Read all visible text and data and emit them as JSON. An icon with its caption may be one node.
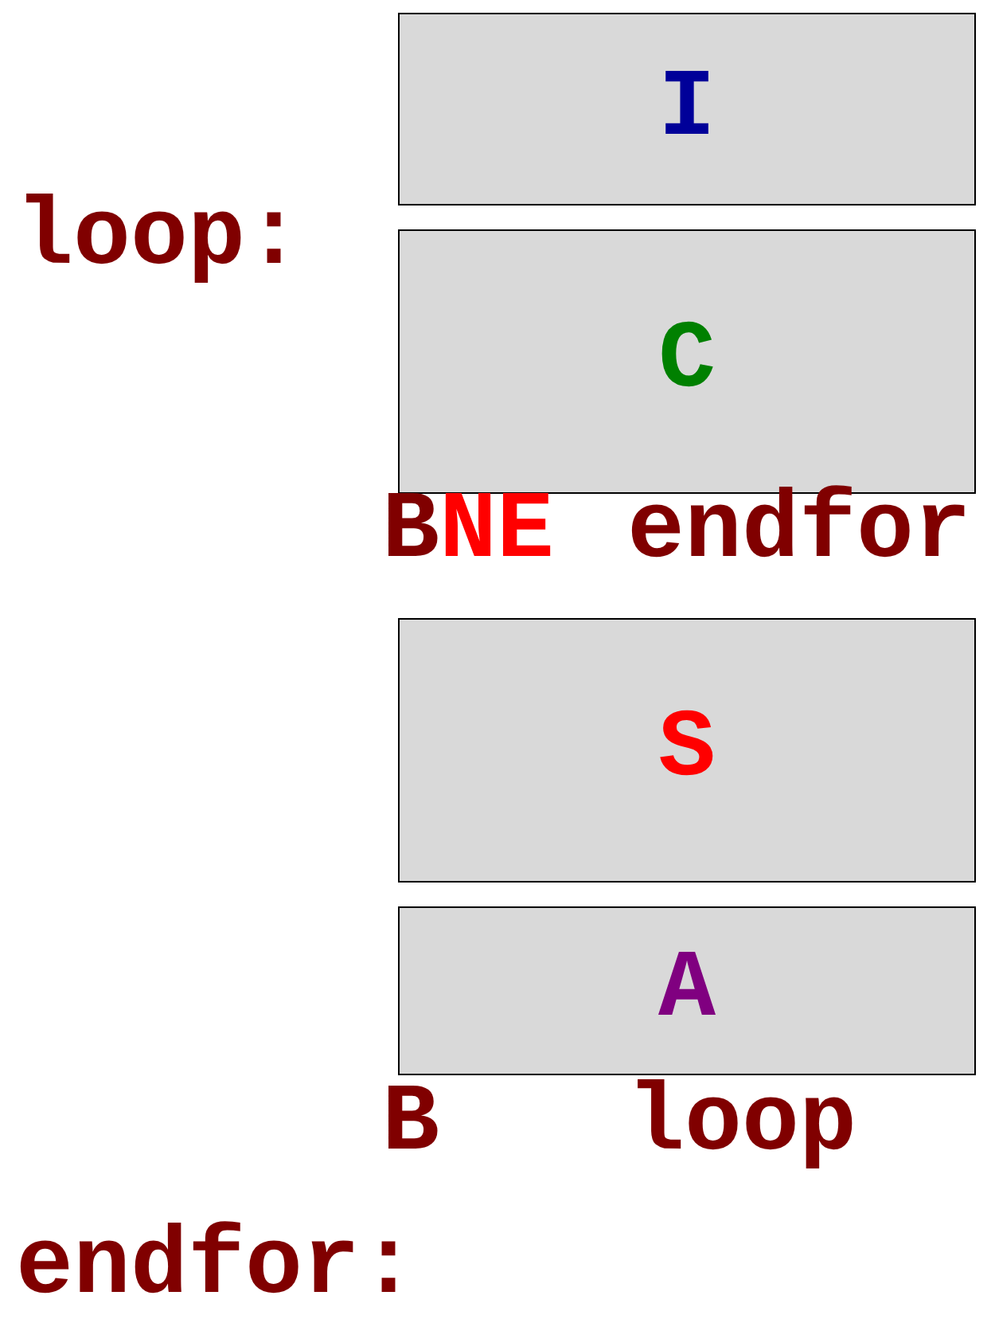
{
  "diagram": {
    "nodes": [
      {
        "text": [
          "I"
        ]
      },
      {
        "text": [
          "C"
        ]
      },
      {
        "text": [
          "S"
        ]
      },
      {
        "text": [
          "A"
        ]
      }
    ],
    "labels": [
      "loop:",
      "BNE",
      "endfor",
      "B",
      "loop",
      "endfor:"
    ]
  }
}
